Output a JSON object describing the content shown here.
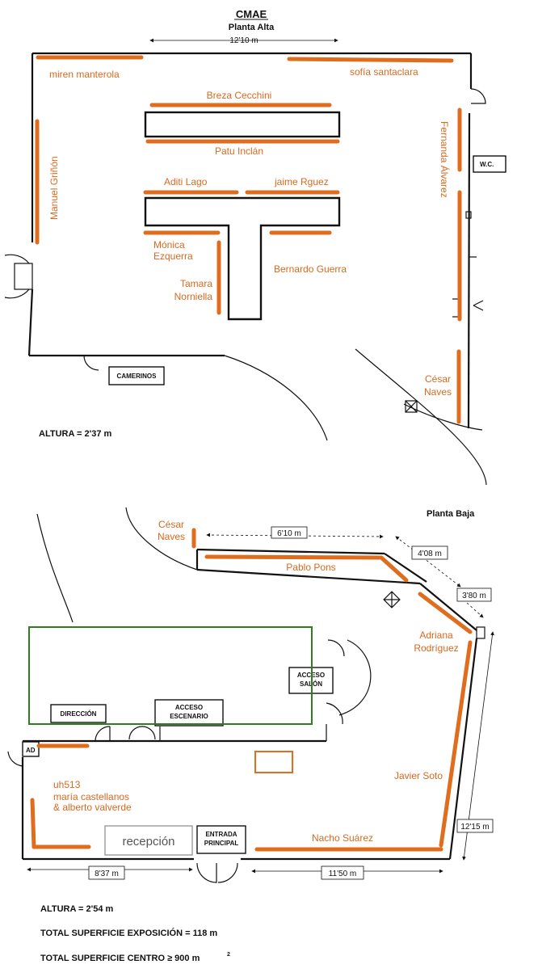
{
  "header": {
    "logo": "CMAE",
    "upper_floor_title": "Planta Alta",
    "upper_top_dim": "12'10 m"
  },
  "upper_floor": {
    "height_note": "ALTURA = 2'37 m",
    "rooms": {
      "camerinos": "CAMERINOS",
      "wc": "W.C."
    },
    "artists": {
      "miren": "miren manterola",
      "sofia": "sofía santaclara",
      "breza": "Breza Cecchini",
      "patu": "Patu Inclán",
      "aditi": "Aditi Lago",
      "jaime": "jaime Rguez",
      "fernanda": "Fernanda Álvarez",
      "manuel": "Manuel Griñón",
      "monica_1": "Mónica",
      "monica_2": "Ezquerra",
      "tamara_1": "Tamara",
      "tamara_2": "Norniella",
      "bernardo": "Bernardo Guerra",
      "cesar_1": "César",
      "cesar_2": "Naves"
    }
  },
  "lower_floor": {
    "title": "Planta Baja",
    "dims": {
      "d610": "6'10 m",
      "d408": "4'08 m",
      "d380": "3'80 m",
      "d1215": "12'15 m",
      "d837": "8'37 m",
      "d1150": "11'50 m"
    },
    "rooms": {
      "direccion": "DIRECCIÓN",
      "acceso_escenario_1": "ACCESO",
      "acceso_escenario_2": "ESCENARIO",
      "acceso_salon_1": "ACCESO",
      "acceso_salon_2": "SALÓN",
      "entrada_1": "ENTRADA",
      "entrada_2": "PRINCIPAL",
      "recepcion": "recepción",
      "ad": "AD"
    },
    "artists": {
      "cesar_1": "César",
      "cesar_2": "Naves",
      "pablo": "Pablo Pons",
      "adriana_1": "Adriana",
      "adriana_2": "Rodríguez",
      "javier": "Javier Soto",
      "nacho": "Nacho Suárez",
      "uh": "uh513",
      "maria_1": "maría castellanos",
      "maria_2": "& alberto valverde"
    },
    "height_note": "ALTURA = 2'54 m",
    "total_expo": "TOTAL SUPERFICIE EXPOSICIÓN = 118 m",
    "total_centro": "TOTAL SUPERFICIE CENTRO ≥ 900 m",
    "sup2": "2"
  },
  "colors": {
    "accent": "#e06d1d",
    "highlight_box": "#2e7d1e",
    "wall": "#111111"
  }
}
